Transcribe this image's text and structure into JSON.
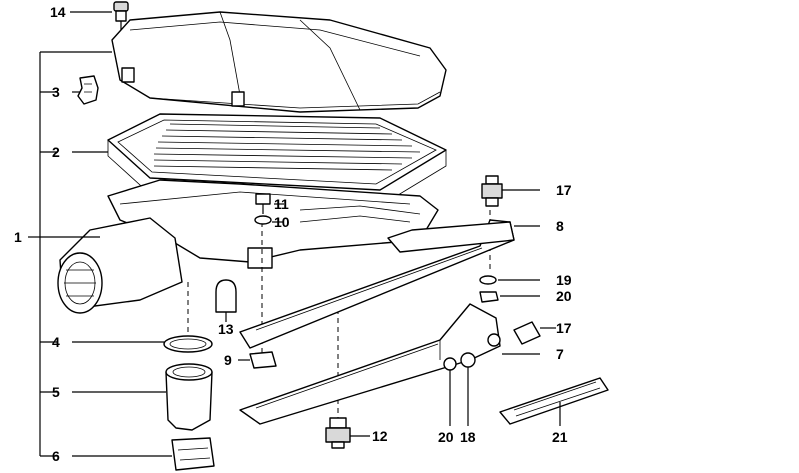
{
  "diagram": {
    "callouts": {
      "p1": "1",
      "p2": "2",
      "p3": "3",
      "p4": "4",
      "p5": "5",
      "p6": "6",
      "p7": "7",
      "p8": "8",
      "p9": "9",
      "p10": "10",
      "p11": "11",
      "p12": "12",
      "p13": "13",
      "p14": "14",
      "p17a": "17",
      "p17b": "17",
      "p18": "18",
      "p19": "19",
      "p20a": "20",
      "p20b": "20",
      "p21": "21"
    }
  }
}
